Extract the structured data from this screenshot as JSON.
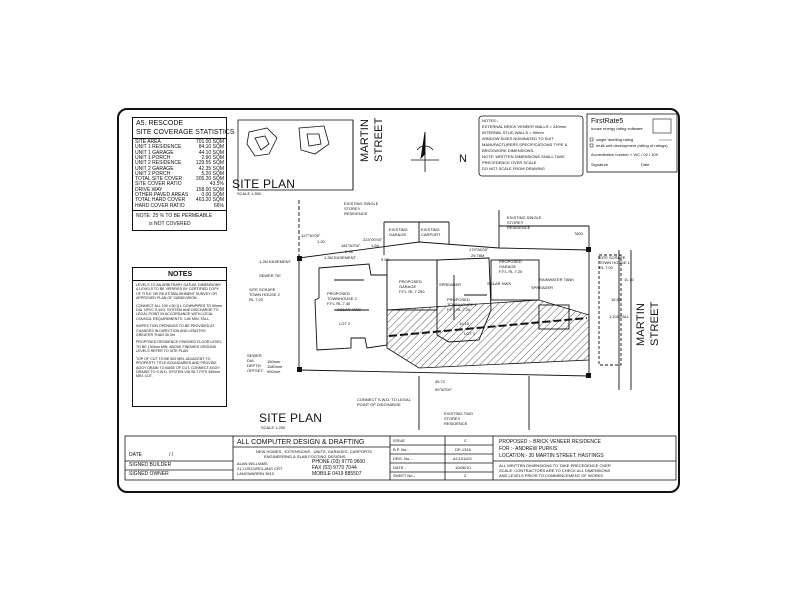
{
  "rescode": {
    "heading": "A5. RESCODE",
    "subheading": "SITE COVERAGE STATISTICS",
    "rows": [
      {
        "label": "SITE AREA",
        "value": "701.00 SQM"
      },
      {
        "label": "UNIT 1 RESIDENCE",
        "value": "84.10 SQM"
      },
      {
        "label": "UNIT 1 GARAGE",
        "value": "44.10 SQM"
      },
      {
        "label": "UNIT 1 PORCH",
        "value": "2.90 SQM"
      },
      {
        "label": "UNIT 2 RESIDENCE",
        "value": "129.55 SQM"
      },
      {
        "label": "UNIT 2 GARAGE",
        "value": "42.35 SQM"
      },
      {
        "label": "UNIT 2 PORCH",
        "value": "5.20 SQM"
      },
      {
        "label": "TOTAL SITE COVER",
        "value": "305.20 SQM"
      },
      {
        "label": "SITE COVER RATIO",
        "value": "43.5%"
      },
      {
        "label": "DRIVE WAY",
        "value": "158.00 SQM"
      },
      {
        "label": "OTHER PAVED AREAS",
        "value": "0.00 SQM"
      },
      {
        "label": "TOTAL HARD COVER",
        "value": "463.20 SQM"
      },
      {
        "label": "HARD COVER RATIO",
        "value": "66%"
      }
    ],
    "permeable_note_1": "NOTE: 25 % TO BE PERMEABLE",
    "permeable_note_2": "is NOT COVERED"
  },
  "notes": {
    "title": "NOTES",
    "items": [
      "LEVELS TO AN ARBITRARY DATUM. DIMENSIONS & LEVELS TO BE VERIFIED BY CERTIFIED COPY OF TITLE OR RE-ESTABLISHMENT SURVEY OR APPROVED PLAN OF SUBDIVISION.",
      "CONNECT ALL 100 x 50 Q.L DOWNPIPES TO 90mm DIA. UPVC S.W.D. SYSTEM AND DISCHARGE TO LEGAL POINT IN ACCORDANCE WITH LOCAL COUNCIL REQUIREMENTS. 1:80 MIN. FALL.",
      "INSPECTION OPENINGS TO BE PROVIDED AT CHANGES IN DIRECTION AND LENGTHS GREATER THAN 30.0m",
      "PROPOSED RESIDENCE FINISHED FLOOR LEVEL TO BE 150mm MIN. ABOVE FINISHED GROUND LEVELS REFER TO SITE PLAN",
      "TOP OF CUT TO BE 500 MIN. ADJACENT TO PROPERTY TITLE BOUNDARIES AND PROVIDE AGGY DRAIN TO BASE OF CUT. CONNECT AGGY DRAINS TO S.W.D. SYSTEM VIA SILT PITS 450mm MIN. CUT."
    ]
  },
  "street_top": [
    "MARTIN",
    "STREET"
  ],
  "street_right": [
    "MARTIN",
    "STREET"
  ],
  "north_label": "N",
  "scale_label": "SCALE 1:500",
  "scale_label_2": "SCALE 1:200",
  "site_plan_title": "SITE PLAN",
  "site_plan_title_2": "SITE PLAN",
  "top_note": {
    "lines": [
      "NOTES:-",
      "EXTERNAL BRICK VENEER WALLS = 240mm",
      "INTERNAL STUD WALLS = 90mm",
      "WINDOW SIZES NOMINATED TO SUIT",
      "MANUFACTURERS SPECIFICATIONS TYPE &",
      "BRICKWORK DIMENSIONS.",
      "NOTE: WRITTEN DIMENSIONS SHALL TAKE",
      "PRECEDENCE OVER SCALE",
      "DO NOT SCALE FROM DRAWING"
    ]
  },
  "firstrate": {
    "title": "FirstRate5",
    "subtitle": "house energy rating software",
    "opt1": "single dwelling rating",
    "opt2": "multi-unit development (rating of ratings)",
    "accreditation": "Accreditation number > VIC / 02 / 109",
    "signature": "Signature",
    "date": "Date"
  },
  "plan_labels": {
    "existing_top_left": [
      "EXISTING SINGLE",
      "STOREY",
      "RESIDENCE"
    ],
    "existing_garage": [
      "EXISTING",
      "GARAGE"
    ],
    "existing_carport": [
      "EXISTING",
      "CARPORT"
    ],
    "existing_top_right": [
      "EXISTING SINGLE",
      "STOREY",
      "RESIDENCE"
    ],
    "existing_bottom": [
      "EXISTING TWO",
      "STOREY",
      "RESIDENCE"
    ],
    "proposed_garage_2": [
      "PROPOSED",
      "GARAGE",
      "F.F.L RL 7.250"
    ],
    "townhouse_2": [
      "PROPOSED",
      "TOWNHOUSE 2",
      "F.F.L RL 7.40"
    ],
    "lot_2": "LOT 2",
    "townhouse_1": [
      "PROPOSED",
      "TOWNHOUSE 1",
      "F.F.L RL 7.20"
    ],
    "lot_1": "LOT 1",
    "garage_1": [
      "PROPOSED",
      "GARAGE",
      "F.F.L RL 7.20"
    ],
    "site_scrape_1": [
      "SITE SCRAPE",
      "TOWN HOUSE 1",
      "RL 7.00"
    ],
    "site_scrape_2": [
      "SITE SCRAPE",
      "TOWN HOUSE 2",
      "RL 7.20"
    ],
    "sewer_tie": "SEWER TIE",
    "sewer": [
      "SEWER",
      "DIA.",
      "DEPTH:",
      "OFFSET:"
    ],
    "sewer_vals": [
      "150mm",
      "1180mm",
      "900mm"
    ],
    "easement": "1.2M EASEMENT",
    "easement_2": "1.2M EASEMENT",
    "bearing_1": "127°30'00\"",
    "bearing_2": "181°50'00\"",
    "bearing_3": "224°00'00\"",
    "bearing_4": "179°56'00\"",
    "dim_1": "1.20",
    "dim_2": "2.78",
    "dim_3": "1.54",
    "dim_4": "9.83",
    "dim_5": "25.78M",
    "dim_6": "10.15",
    "dim_7": "45.72",
    "bearing_5": "90°00'00\"",
    "dim_8": "11.70",
    "dim_9": "16.50",
    "fall": "1:100 FALL",
    "discharge": [
      "CONNECT S.W.D. TO LEGAL",
      "POINT OF DISCHARGE"
    ],
    "spreader_1": "SPREADER",
    "spreader_2": "SPREADER",
    "solar_1": "SOLAR HWS",
    "solar_2": "SOLAR HWS",
    "rain_tank": "RAINWATER TANK",
    "dim_10": "7800"
  },
  "title_block": {
    "company": "ALL COMPUTER DESIGN & DRAFTING",
    "services": [
      "NEW HOMES , EXTENSIONS , UNITS, GARAGES, CARPORTS",
      "ENGINEERING & SLAB FOOTING DESIGNS"
    ],
    "contact": [
      "ALAN WILLIAMS",
      "21 LOSCURCLANG CRT",
      "LANGWARRIN 3910"
    ],
    "phone": "PHONE  (03) 9770 9600",
    "fax": "FAX    (03) 9770 7044",
    "mobile": "MOBILE  0419 885507",
    "date_label": "DATE",
    "date_value": "/    /",
    "signed_builder": "SIGNED BUILDER",
    "signed_owner": "SIGNED OWNER",
    "issue_label": "ISSUE",
    "issue_value": "C",
    "bp_label": "B.P. No.-",
    "bp_value": "DP-1316",
    "drg_label": "DRG. No.-",
    "drg_value": "AC101103",
    "date2_label": "DATE.-",
    "date2_value": "10/06/10",
    "sheet_label": "SHEET No.-",
    "sheet_value": "2",
    "project": "PROPOSED :- BRICK VENEER RESIDENCE",
    "for": "FOR :- ANDREW PURKIS",
    "location": "LOCATION:- 30 MARTIN STREET, HASTINGS",
    "disclaimer": [
      "ALL WRITTEN DIMENSIONS TO TAKE PRECEDENCE OVER",
      "SCALE. CONTRACTORS ARE TO CHECK ALL DIMENSIONS",
      "AND LEVELS PRIOR TO COMMENCEMENT OF WORKS"
    ]
  }
}
